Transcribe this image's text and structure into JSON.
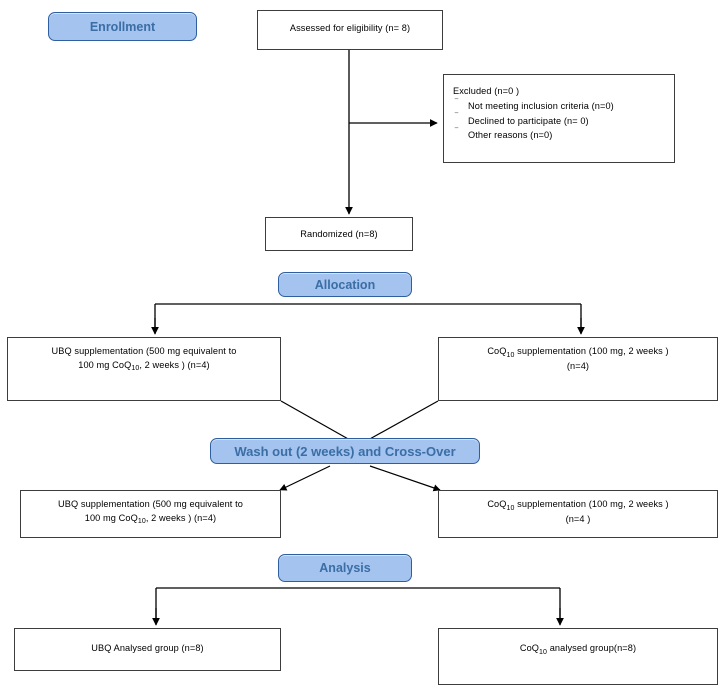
{
  "diagram": {
    "title": "CONSORT crossover trial flow diagram",
    "colors": {
      "pill_fill": "#a4c3ef",
      "pill_border": "#2f5f9e",
      "pill_text": "#3a6ea5",
      "box_border": "#3d3d3d",
      "box_fill": "#ffffff",
      "connector": "#000000"
    }
  },
  "stages": {
    "enrollment": "Enrollment",
    "allocation": "Allocation",
    "washout": "Wash out (2 weeks) and Cross-Over",
    "analysis": "Analysis"
  },
  "nodes": {
    "eligibility": "Assessed for eligibility (n= 8)",
    "excluded": {
      "heading": "Excluded  (n=0 )",
      "items": [
        "Not meeting inclusion criteria (n=0)",
        "Declined to participate (n= 0)",
        "Other reasons (n=0)"
      ]
    },
    "randomized": "Randomized (n=8)",
    "allocation_left": {
      "line1": "UBQ supplementation  (500 mg equivalent to",
      "line2_pre": "100 mg CoQ",
      "line2_sub": "10",
      "line2_post": ", 2 weeks ) (n=4)"
    },
    "allocation_right": {
      "line1_pre": "CoQ",
      "line1_sub": "10",
      "line1_post": "  supplementation (100 mg, 2 weeks )",
      "line2": "(n=4)"
    },
    "crossover_left": {
      "line1": "UBQ supplementation (500 mg equivalent to",
      "line2_pre": "100 mg CoQ",
      "line2_sub": "10",
      "line2_post": ", 2 weeks ) (n=4)"
    },
    "crossover_right": {
      "line1_pre": "CoQ",
      "line1_sub": "10",
      "line1_post": "  supplementation (100 mg, 2 weeks )",
      "line2": "(n=4 )"
    },
    "analysed_left": "UBQ Analysed group (n=8)",
    "analysed_right": {
      "pre": "CoQ",
      "sub": "10",
      "post": " analysed group(n=8)"
    }
  }
}
